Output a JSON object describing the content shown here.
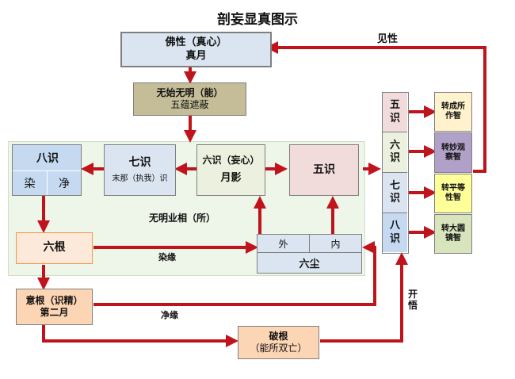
{
  "title": "剖妄显真图示",
  "boxes": {
    "buddha": {
      "line1": "佛性（真心）",
      "line2": "真月"
    },
    "ignorance": {
      "line1": "无始无明（能）",
      "line2": "五蕴遮蔽"
    },
    "eighth": {
      "title": "八识",
      "left": "染",
      "right": "净"
    },
    "seventh": {
      "title": "七识",
      "sub": "末那（执我）识"
    },
    "sixth": {
      "title": "六识（妄心）",
      "sub": "月影"
    },
    "fifth": {
      "title": "五识"
    },
    "six_roots": {
      "title": "六根"
    },
    "six_dusts": {
      "left": "外",
      "right": "内",
      "bottom": "六尘"
    },
    "mind_root": {
      "line1": "意根（识精）",
      "line2": "第二月"
    },
    "break_root": {
      "line1": "破根",
      "line2": "（能所双亡）"
    }
  },
  "region_label": "无明业相（所）",
  "edge_labels": {
    "see_nature": "见性",
    "defiled": "染缘",
    "pure": "净缘",
    "open_enlighten": "开悟"
  },
  "consciousness_column": [
    "五识",
    "六识",
    "七识",
    "八识"
  ],
  "wisdom_column": [
    "转成所作智",
    "转妙观察智",
    "转平等性智",
    "转大圆镜智"
  ],
  "colors": {
    "arrow": "#c0141c",
    "box_blue": "#dbe5f1",
    "box_olive": "#c4bd97",
    "box_lightblue": "#c5d9f1",
    "box_green": "#ebf1de",
    "box_pink": "#f2dcdb",
    "box_orange": "#fde9d9",
    "box_peach": "#fcd5b4",
    "region_bg": "#eef5e9",
    "wisdom_1": "#fff2cc",
    "wisdom_2": "#b1a0c7",
    "wisdom_3": "#ffff99",
    "wisdom_4": "#d8e4bc"
  }
}
